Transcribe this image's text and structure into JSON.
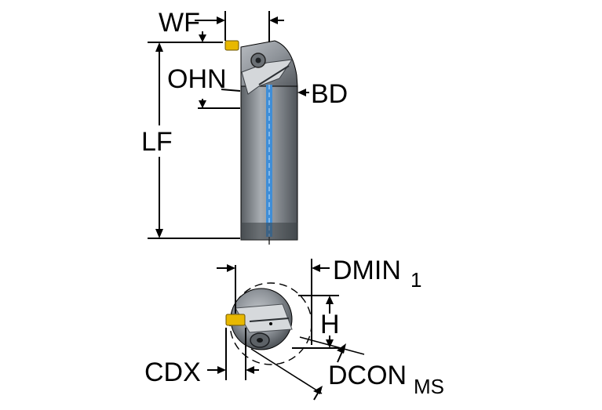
{
  "labels": {
    "wf": "WF",
    "ohn": "OHN",
    "bd": "BD",
    "lf": "LF",
    "dmin_main": "DMIN",
    "dmin_sub": "1",
    "h": "H",
    "cdx": "CDX",
    "dcon_main": "DCON",
    "dcon_sub": "MS"
  },
  "colors": {
    "tool_body": "#8e9399",
    "tool_body_light": "#c4c8cc",
    "tool_body_dark": "#4e5358",
    "coolant_channel": "#3f8ed8",
    "insert": "#e8b800",
    "outline": "#000000"
  }
}
